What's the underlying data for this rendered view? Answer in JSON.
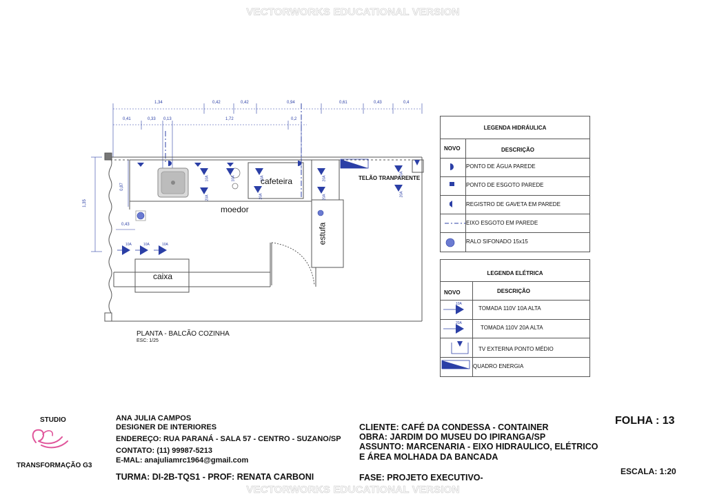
{
  "watermark": "VECTORWORKS EDUCATIONAL VERSION",
  "dimensions": {
    "top_row": [
      "1,34",
      "0,42",
      "0,42",
      "0,94",
      "0,61",
      "0,43",
      "0,4"
    ],
    "second_row": [
      "0,41",
      "0,33",
      "0,13",
      "1,72",
      "0,2"
    ],
    "left_height": "1,35",
    "small_a": "0,87",
    "small_b": "0,43"
  },
  "plan": {
    "title": "PLANTA - BALCÃO COZINHA",
    "scale": "ESC: 1/25",
    "labels": {
      "moedor": "moedor",
      "cafeteira": "cafeteira",
      "estufa": "estufa",
      "caixa": "caixa",
      "telao": "TELÃO TRANPARENTE"
    },
    "outlet_labels": {
      "a10": "10A",
      "a20": "20A"
    }
  },
  "legend_hydraulic": {
    "title": "LEGENDA HIDRÁULICA",
    "col_new": "NOVO",
    "col_desc": "DESCRIÇÃO",
    "items": [
      "PONTO DE ÁGUA PAREDE",
      "PONTO DE ESGOTO PAREDE",
      "REGISTRO DE GAVETA EM PAREDE",
      "EIXO ESGOTO EM PAREDE",
      "RALO SIFONADO 15x15"
    ]
  },
  "legend_electric": {
    "title": "LEGENDA ELÉTRICA",
    "col_new": "NOVO",
    "col_desc": "DESCRIÇÃO",
    "items": [
      "TOMADA 110V 10A ALTA",
      "TOMADA 110V 20A ALTA",
      "TV EXTERNA PONTO MÉDIO",
      "QUADRO ENERGIA"
    ],
    "symbol_labels": [
      "10A",
      "20A"
    ]
  },
  "title_block": {
    "studio": "STUDIO",
    "studio_name": "TRANSFORMAÇÃO G3",
    "designer_name": "ANA JULIA CAMPOS",
    "designer_role": "DESIGNER DE INTERIORES",
    "address": "ENDEREÇO: RUA PARANÁ - SALA 57 - CENTRO - SUZANO/SP",
    "contact": "CONTATO: (11) 99987-5213",
    "email": "E-MAL: anajuliamrc1964@gmail.com",
    "class": "TURMA: DI-2B-TQS1  - PROF: RENATA CARBONI",
    "client": "CLIENTE: CAFÉ DA CONDESSA - CONTAINER",
    "work": "OBRA: JARDIM DO MUSEU DO IPIRANGA/SP",
    "subject_1": "ASSUNTO: MARCENARIA - EIXO HIDRAULICO, ELÉTRICO",
    "subject_2": "E ÁREA MOLHADA DA BANCADA",
    "phase": "FASE: PROJETO EXECUTIVO-",
    "sheet": "FOLHA  : 13",
    "scale": "ESCALA: 1:20"
  },
  "colors": {
    "symbol_blue": "#2b3fa6",
    "dim_blue": "#2b3fa6",
    "logo_pink": "#e0569b",
    "line_gray": "#777777"
  }
}
